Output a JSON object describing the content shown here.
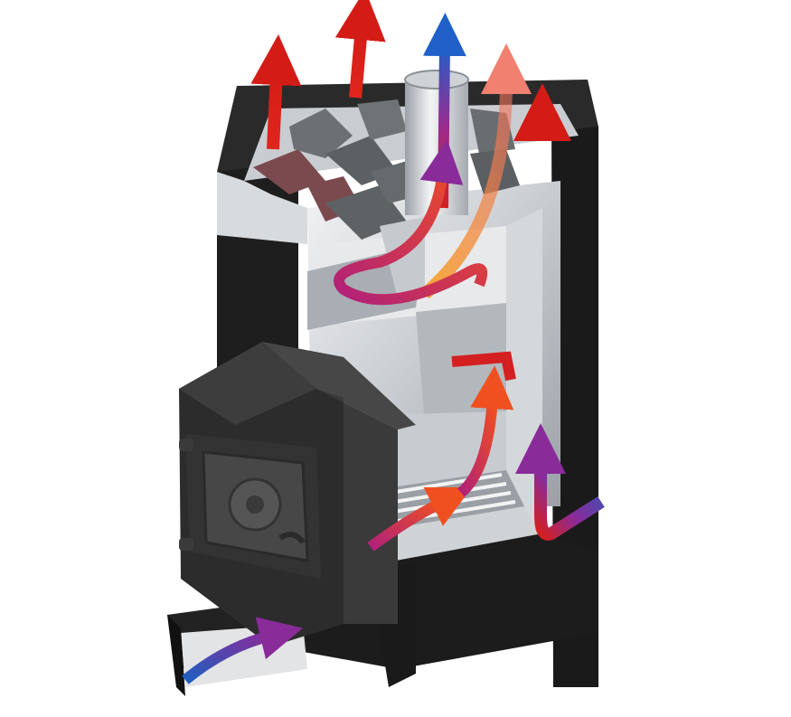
{
  "colors": {
    "background": "#ffffff",
    "stove_body": "#1c1c1c",
    "steel_light": "#e6e8ea",
    "steel_mid": "#b9bdc2",
    "steel_dark": "#8a8f95",
    "rock_gray": "#6c6f70",
    "rock_red": "#7a4a4e",
    "hot_air": "#e0261d",
    "warm_air": "#f07a2a",
    "cool_air": "#1f5fc0",
    "mixed_air": "#8a2b9a"
  },
  "arrows": [
    {
      "name": "exhaust-arrow-left",
      "kind": "hot"
    },
    {
      "name": "exhaust-arrow-center-left",
      "kind": "hot"
    },
    {
      "name": "chimney-arrow",
      "kind": "cool-to-hot"
    },
    {
      "name": "exhaust-arrow-right",
      "kind": "warm"
    },
    {
      "name": "convection-arrow-right",
      "kind": "hot"
    },
    {
      "name": "intake-arrow-bottom-left",
      "kind": "cool"
    },
    {
      "name": "intake-arrow-bottom-right",
      "kind": "cool"
    }
  ]
}
